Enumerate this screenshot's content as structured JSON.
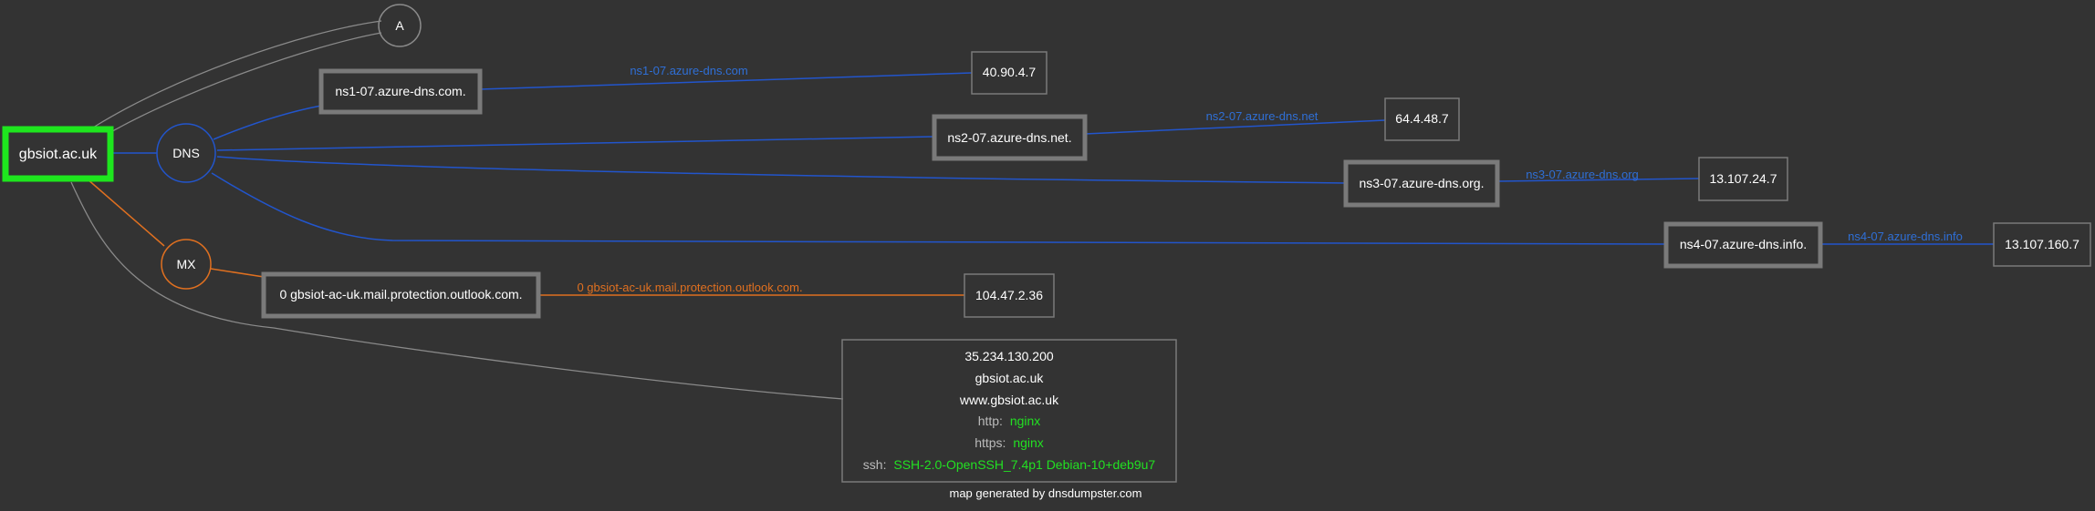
{
  "colors": {
    "background": "#333333",
    "root_border": "#1ee61e",
    "ns_line": "#2255cc",
    "ns_label": "#2f6fd6",
    "mx_line": "#e07020",
    "mx_label": "#e07020",
    "gray_line": "#8a8a8a",
    "box_border": "#7a7a7a",
    "white": "#ffffff",
    "service_value": "#22e022",
    "service_key": "#bbbbbb"
  },
  "root": {
    "label": "gbsiot.ac.uk"
  },
  "types": {
    "a": "A",
    "dns": "DNS",
    "mx": "MX"
  },
  "nameservers": [
    {
      "name": "ns1-07.azure-dns.com.",
      "edge": "ns1-07.azure-dns.com",
      "ip": "40.90.4.7"
    },
    {
      "name": "ns2-07.azure-dns.net.",
      "edge": "ns2-07.azure-dns.net",
      "ip": "64.4.48.7"
    },
    {
      "name": "ns3-07.azure-dns.org.",
      "edge": "ns3-07.azure-dns.org",
      "ip": "13.107.24.7"
    },
    {
      "name": "ns4-07.azure-dns.info.",
      "edge": "ns4-07.azure-dns.info",
      "ip": "13.107.160.7"
    }
  ],
  "mx": {
    "name": "0 gbsiot-ac-uk.mail.protection.outlook.com.",
    "edge": "0 gbsiot-ac-uk.mail.protection.outlook.com.",
    "ip": "104.47.2.36"
  },
  "host": {
    "ip": "35.234.130.200",
    "names": [
      "gbsiot.ac.uk",
      "www.gbsiot.ac.uk"
    ],
    "services": [
      {
        "key": "http:",
        "value": "nginx"
      },
      {
        "key": "https:",
        "value": "nginx"
      },
      {
        "key": "ssh:",
        "value": "SSH-2.0-OpenSSH_7.4p1 Debian-10+deb9u7"
      }
    ]
  },
  "footer": "map generated by dnsdumpster.com"
}
